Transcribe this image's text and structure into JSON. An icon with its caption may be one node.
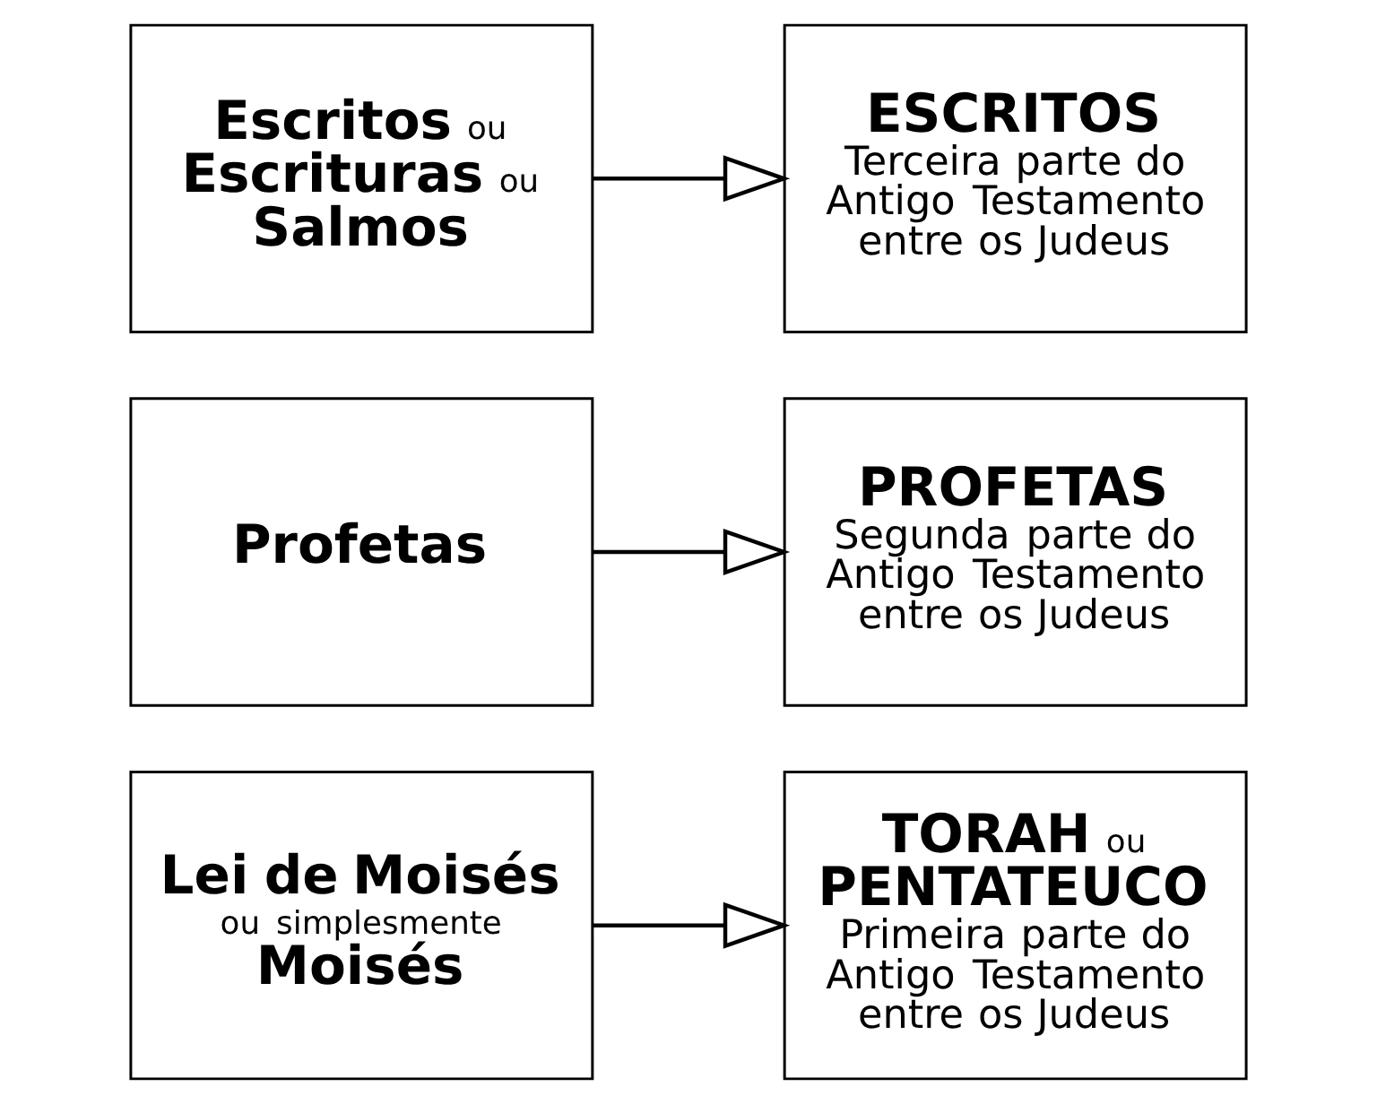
{
  "diagram": {
    "nodes": [
      {
        "text": [
          "**Lei de Moisés** ou simplesmente **Moisés**"
        ]
      },
      {
        "text": [
          "**TORAH** ou **PENTATEUCO**",
          "Primeira parte do Antigo Testamento entre os Judeus"
        ]
      },
      {
        "text": [
          "Profetas"
        ]
      },
      {
        "text": [
          "PROFETAS",
          "Segunda parte do Antigo Testamento entre os Judeus"
        ]
      },
      {
        "text": [
          "**Escritos** ou **Escrituras** ou **Salmos**"
        ]
      },
      {
        "text": [
          "ESCRITOS",
          "Terceira parte do Antigo Testamento entre os Judeus"
        ]
      }
    ],
    "edges": [
      {
        "from": 0,
        "to": 1,
        "arrow": "to"
      },
      {
        "from": 2,
        "to": 3,
        "arrow": "to"
      },
      {
        "from": 4,
        "to": 5,
        "arrow": "to"
      }
    ]
  }
}
